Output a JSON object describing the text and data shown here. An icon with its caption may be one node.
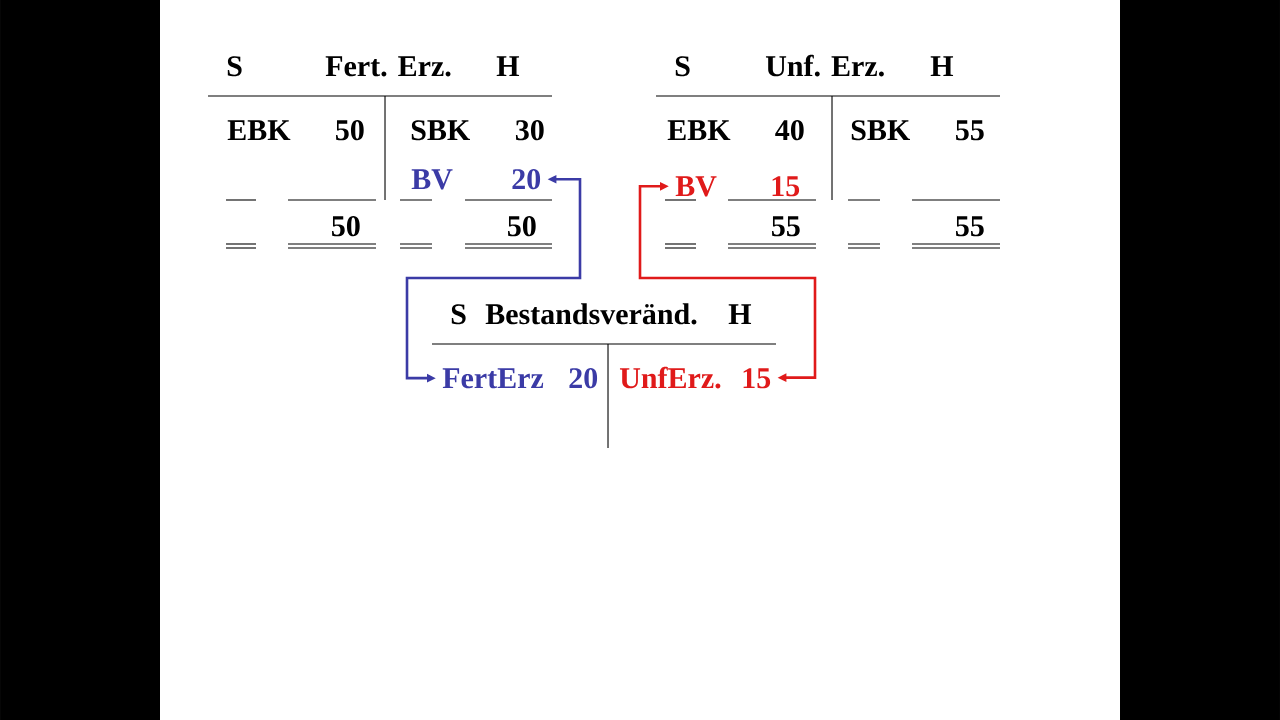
{
  "diagram": {
    "nodes": [
      {
        "text": [
          "BV",
          "20"
        ]
      },
      {
        "text": [
          "BV",
          "15"
        ]
      },
      {
        "text": [
          "FertErz",
          "20"
        ]
      },
      {
        "text": [
          "UnfErz.",
          "15"
        ]
      }
    ],
    "edges": [
      {
        "from": 2,
        "to": 0,
        "arrow": "both",
        "color": "#3b3ba6"
      },
      {
        "from": 3,
        "to": 1,
        "arrow": "both",
        "color": "#e01a1a"
      }
    ],
    "labels": [
      "S",
      "Fert. Erz.",
      "H",
      "S",
      "Unf. Erz.",
      "H",
      "EBK",
      "50",
      "SBK",
      "30",
      "EBK",
      "40",
      "SBK",
      "55",
      "50",
      "50",
      "55",
      "55",
      "S",
      "Bestandsveränd.",
      "H"
    ]
  }
}
